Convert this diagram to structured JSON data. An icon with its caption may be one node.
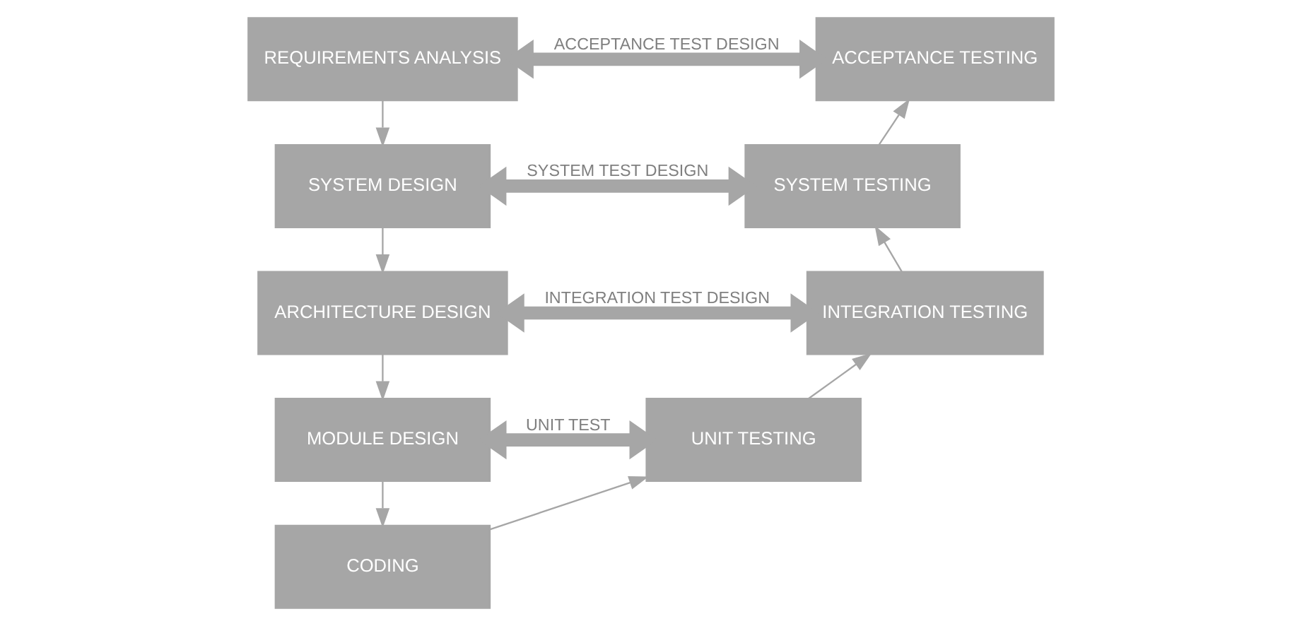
{
  "diagram": {
    "nodes": [
      {
        "text": [
          "REQUIREMENTS ANALYSIS"
        ]
      },
      {
        "text": [
          "ACCEPTANCE TESTING"
        ]
      },
      {
        "text": [
          "SYSTEM DESIGN"
        ]
      },
      {
        "text": [
          "SYSTEM TESTING"
        ]
      },
      {
        "text": [
          "ARCHITECTURE DESIGN"
        ]
      },
      {
        "text": [
          "INTEGRATION TESTING"
        ]
      },
      {
        "text": [
          "MODULE DESIGN"
        ]
      },
      {
        "text": [
          "UNIT TESTING"
        ]
      },
      {
        "text": [
          "CODING"
        ]
      }
    ],
    "edges": [
      {
        "from": 0,
        "to": 1,
        "arrow": "both",
        "label": "ACCEPTANCE TEST DESIGN",
        "style": "thick"
      },
      {
        "from": 0,
        "to": 2,
        "arrow": "to"
      },
      {
        "from": 3,
        "to": 1,
        "arrow": "to"
      },
      {
        "from": 2,
        "to": 3,
        "arrow": "both",
        "label": "SYSTEM TEST DESIGN",
        "style": "thick"
      },
      {
        "from": 2,
        "to": 4,
        "arrow": "to"
      },
      {
        "from": 5,
        "to": 3,
        "arrow": "to"
      },
      {
        "from": 4,
        "to": 5,
        "arrow": "both",
        "label": "INTEGRATION TEST DESIGN",
        "style": "thick"
      },
      {
        "from": 4,
        "to": 6,
        "arrow": "to"
      },
      {
        "from": 7,
        "to": 5,
        "arrow": "to"
      },
      {
        "from": 6,
        "to": 7,
        "arrow": "both",
        "label": "UNIT TEST",
        "style": "thick"
      },
      {
        "from": 6,
        "to": 8,
        "arrow": "to"
      },
      {
        "from": 8,
        "to": 7,
        "arrow": "to"
      }
    ]
  }
}
